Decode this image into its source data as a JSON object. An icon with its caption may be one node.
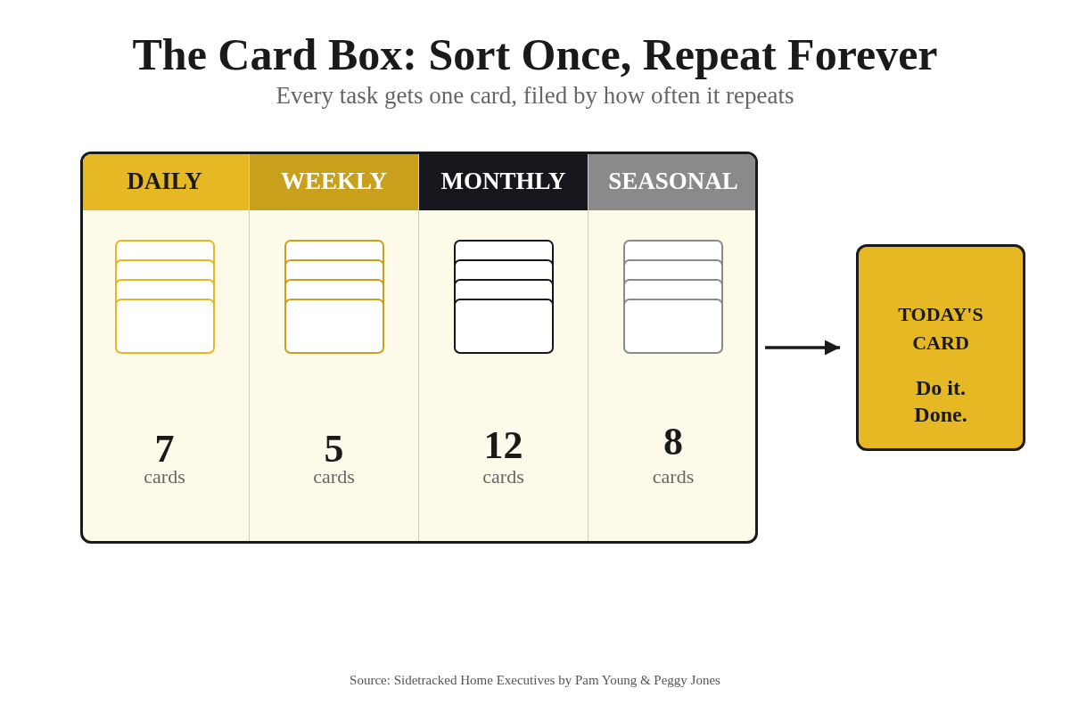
{
  "diagram": {
    "title": "The Card Box: Sort Once, Repeat Forever",
    "caption": "Source: Sidetracked Home Executives by Pam Young & Peggy Jones",
    "labels": [
      "Every task gets one card, filed by how often it repeats"
    ],
    "nodes": [
      {
        "text": [],
        "shape": "box"
      },
      {
        "text": [
          "DAILY",
          "7",
          "cards"
        ],
        "in": 0
      },
      {
        "text": [
          "WEEKLY",
          "5",
          "cards"
        ],
        "in": 0
      },
      {
        "text": [
          "MONTHLY",
          "12",
          "cards"
        ],
        "in": 0
      },
      {
        "text": [
          "SEASONAL",
          "8",
          "cards"
        ],
        "in": 0
      },
      {
        "text": [
          "TODAY'S CARD",
          "Do it. Done."
        ]
      }
    ],
    "edges": [
      {
        "from": 0,
        "to": 5,
        "arrow": "to"
      }
    ]
  }
}
